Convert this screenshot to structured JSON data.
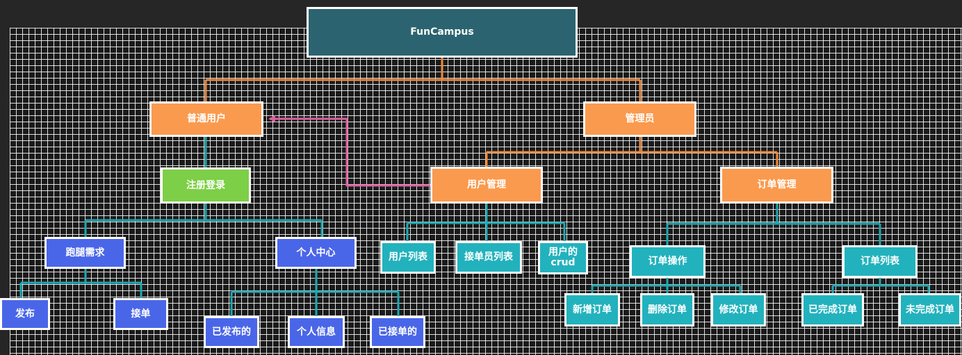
{
  "nodes": {
    "root": "FunCampus",
    "user": "普通用户",
    "admin": "管理员",
    "register": "注册登录",
    "run": "跑腿需求",
    "publish": "发布",
    "accept": "接单",
    "center": "个人中心",
    "published": "已发布的",
    "info": "个人信息",
    "accepted": "已接单的",
    "usermgmt": "用户管理",
    "userlist": "用户列表",
    "runnerlist": "接单员列表",
    "usercrud_line1": "用户的",
    "usercrud_line2": "crud",
    "ordermgmt": "订单管理",
    "orderops": "订单操作",
    "add": "新增订单",
    "del": "删除订单",
    "edit": "修改订单",
    "orderlist": "订单列表",
    "done": "已完成订单",
    "undone": "未完成订单"
  },
  "colors": {
    "root": "#2b6470",
    "orange": "#fa9a4e",
    "green": "#7ccf46",
    "blue": "#4a66e8",
    "cyan": "#22b2bd",
    "orange_line": "#f08a3c",
    "cyan_line": "#1fa8b2",
    "pink_arrow": "#e05fa0"
  }
}
